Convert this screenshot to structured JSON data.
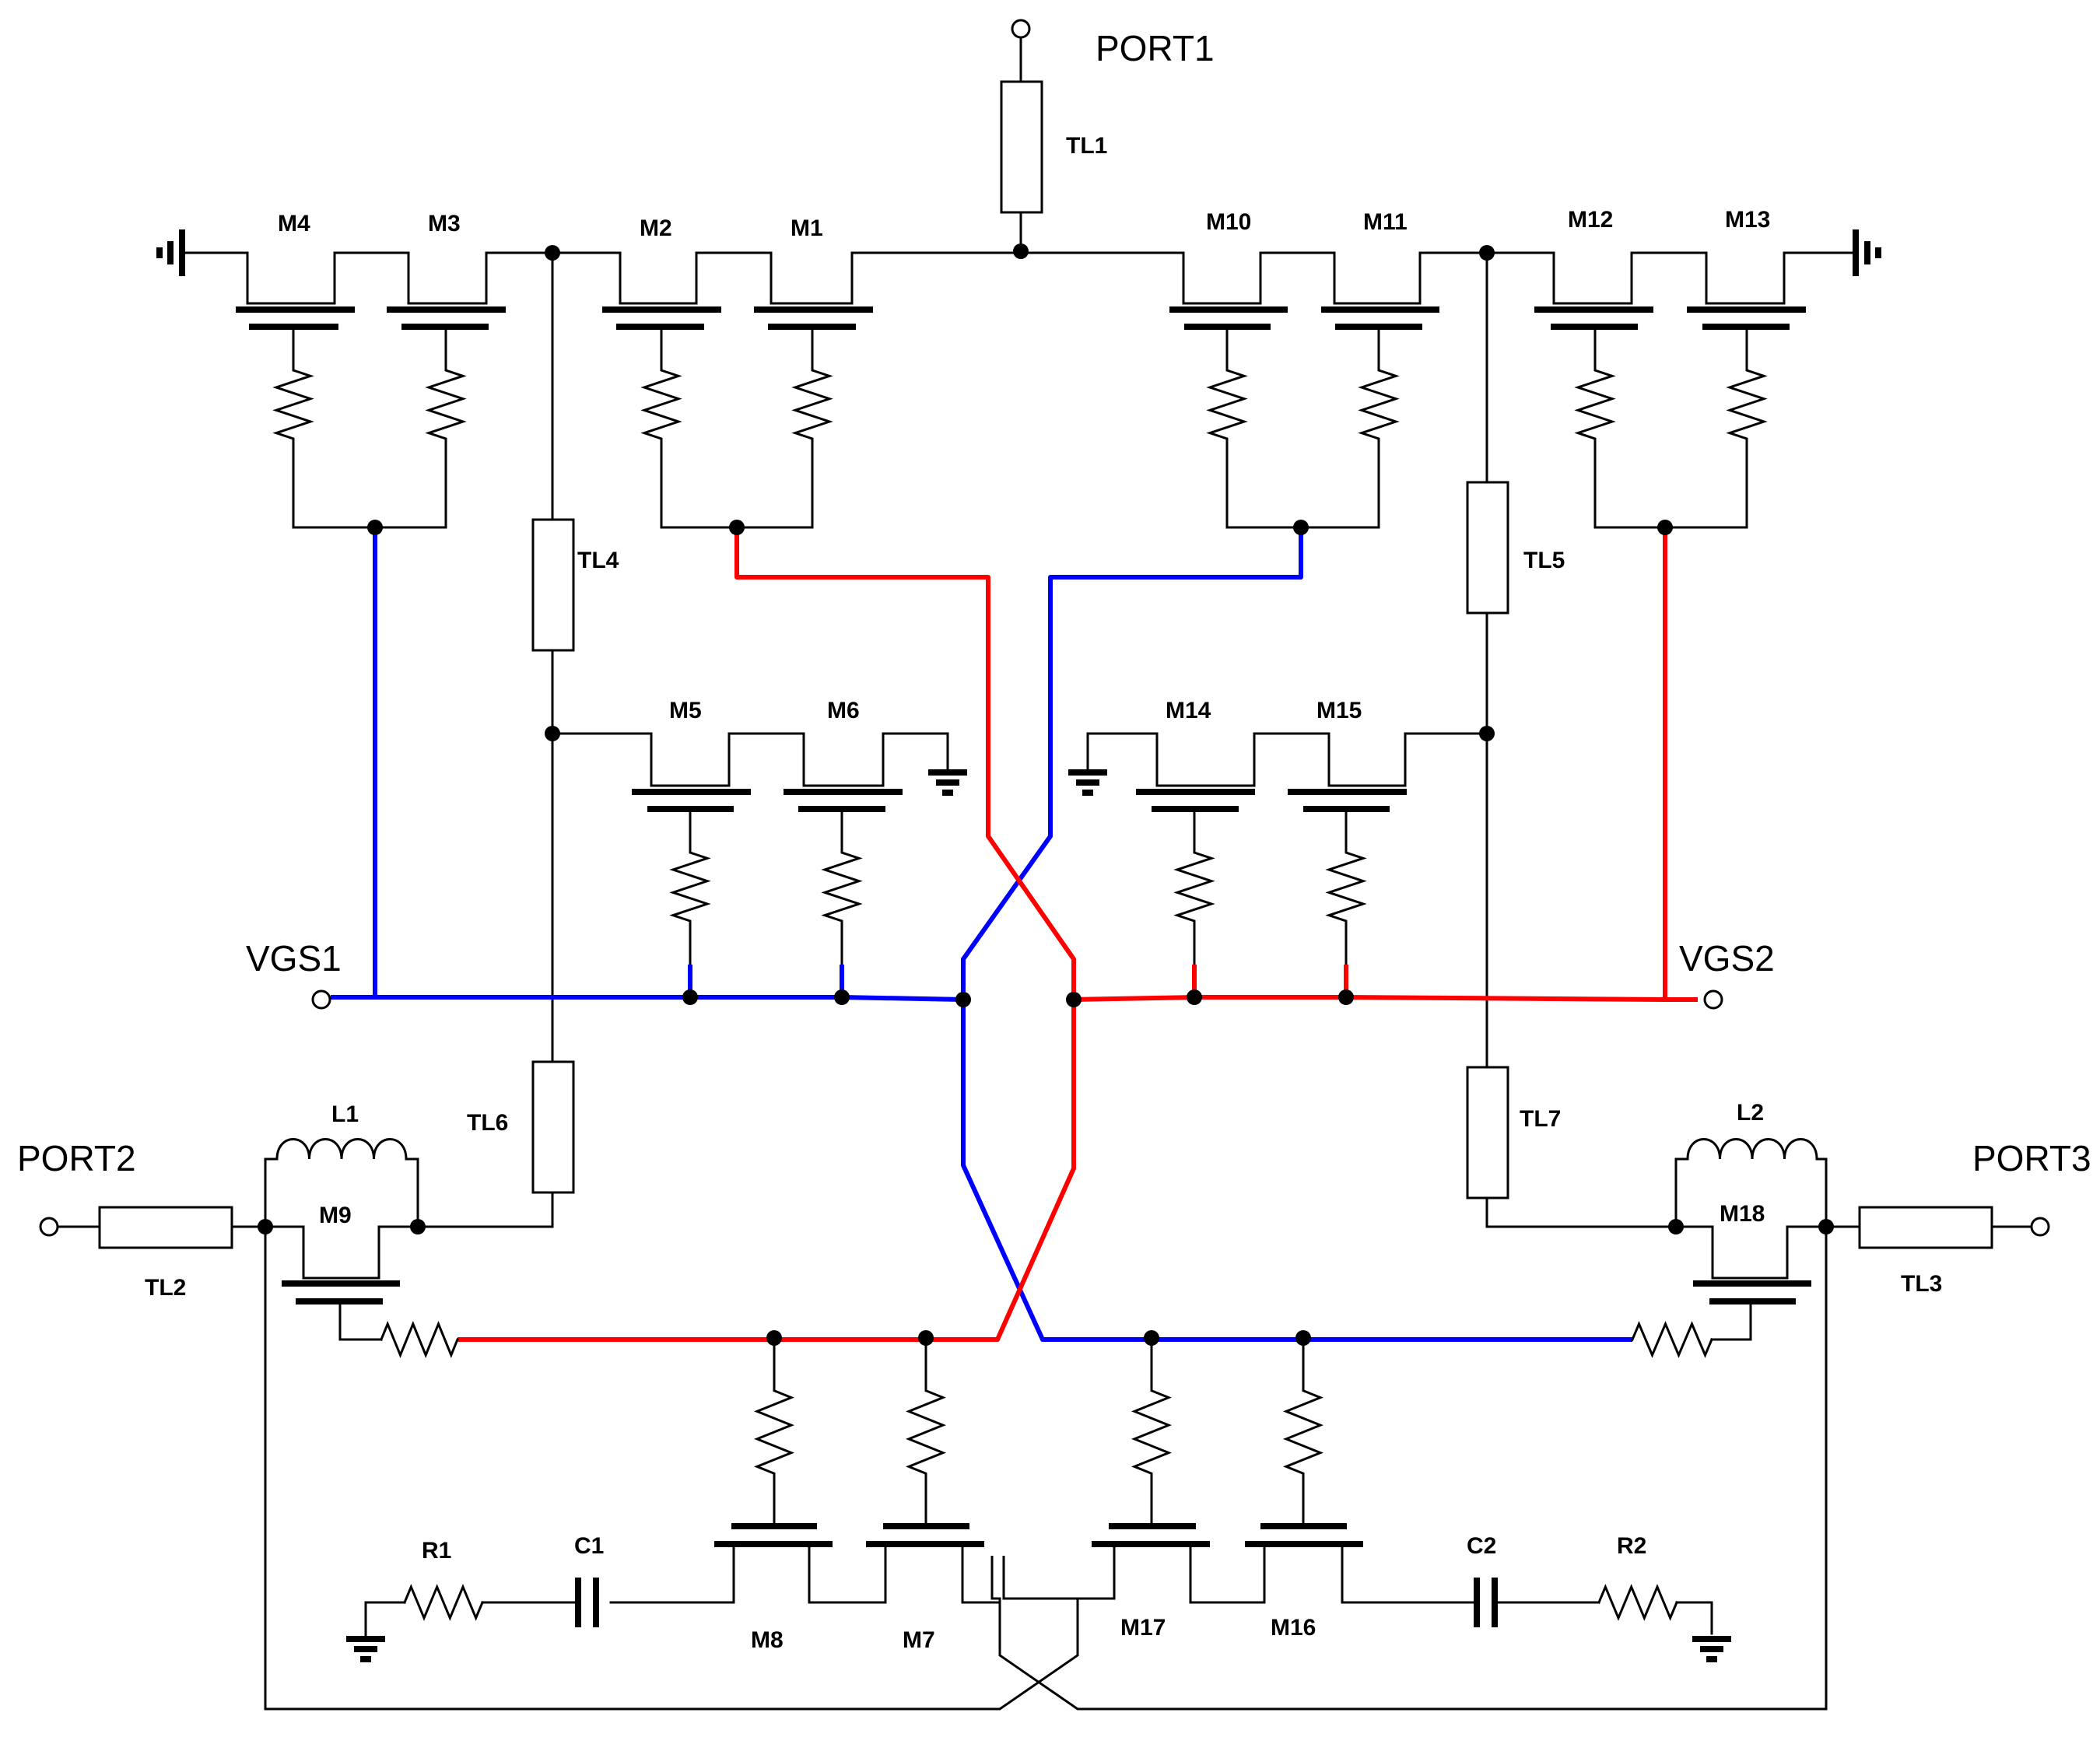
{
  "ports": {
    "port1": "PORT1",
    "port2": "PORT2",
    "port3": "PORT3",
    "vgs1": "VGS1",
    "vgs2": "VGS2"
  },
  "transmission_lines": {
    "tl1": "TL1",
    "tl2": "TL2",
    "tl3": "TL3",
    "tl4": "TL4",
    "tl5": "TL5",
    "tl6": "TL6",
    "tl7": "TL7"
  },
  "transistors": {
    "m1": "M1",
    "m2": "M2",
    "m3": "M3",
    "m4": "M4",
    "m5": "M5",
    "m6": "M6",
    "m7": "M7",
    "m8": "M8",
    "m9": "M9",
    "m10": "M10",
    "m11": "M11",
    "m12": "M12",
    "m13": "M13",
    "m14": "M14",
    "m15": "M15",
    "m16": "M16",
    "m17": "M17",
    "m18": "M18"
  },
  "inductors": {
    "l1": "L1",
    "l2": "L2"
  },
  "resistors": {
    "r1": "R1",
    "r2": "R2"
  },
  "capacitors": {
    "c1": "C1",
    "c2": "C2"
  },
  "colors": {
    "vgs1_net": "#0000ff",
    "vgs2_net": "#ff0000",
    "wire": "#000000"
  }
}
